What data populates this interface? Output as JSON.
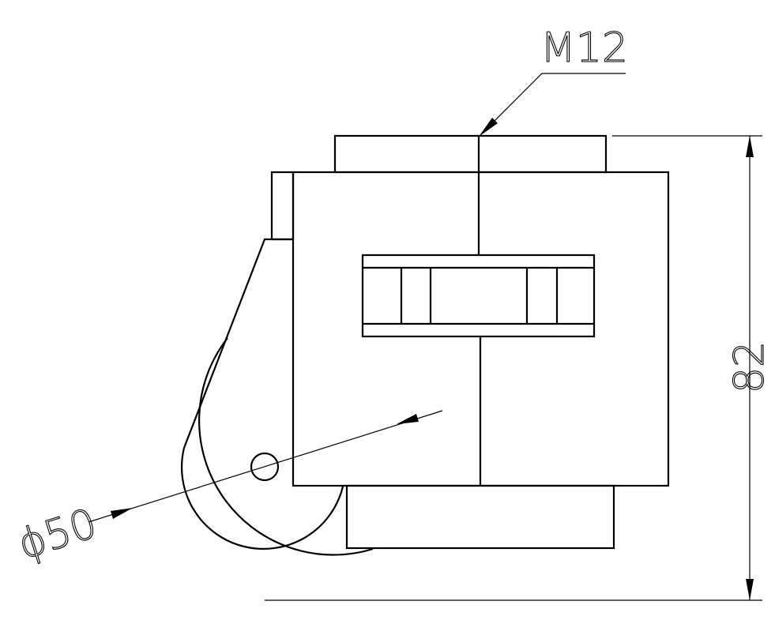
{
  "dimensions": {
    "thread": "M12",
    "wheel_diameter": "ϕ50",
    "total_height": "82"
  },
  "colors": {
    "line": "#000000",
    "background": "#ffffff"
  }
}
